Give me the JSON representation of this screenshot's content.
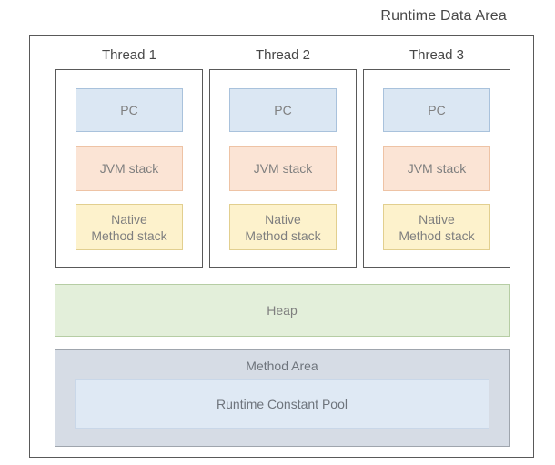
{
  "title": "Runtime Data Area",
  "threads": [
    {
      "label": "Thread 1",
      "pc": "PC",
      "jvm_stack": "JVM stack",
      "native_method_stack": "Native\nMethod stack"
    },
    {
      "label": "Thread 2",
      "pc": "PC",
      "jvm_stack": "JVM stack",
      "native_method_stack": "Native\nMethod stack"
    },
    {
      "label": "Thread 3",
      "pc": "PC",
      "jvm_stack": "JVM stack",
      "native_method_stack": "Native\nMethod stack"
    }
  ],
  "heap": {
    "label": "Heap"
  },
  "method_area": {
    "label": "Method Area",
    "runtime_constant_pool": "Runtime Constant Pool"
  },
  "colors": {
    "pc_fill": "#dbe7f3",
    "pc_border": "#a9c2dc",
    "jvm_fill": "#fbe4d5",
    "jvm_border": "#eec3a5",
    "native_fill": "#fdf2cc",
    "native_border": "#e2cf8f",
    "heap_fill": "#e3efda",
    "heap_border": "#b6cda4",
    "ma_fill": "#d6dce5",
    "ma_border": "#9fa5ad",
    "rcp_fill": "#dfe9f4",
    "rcp_border": "#c9d7e8",
    "line_dark": "#595959",
    "text_dark": "#474747",
    "text_gray": "#7f7f7f",
    "text_ma": "#6e747c"
  }
}
